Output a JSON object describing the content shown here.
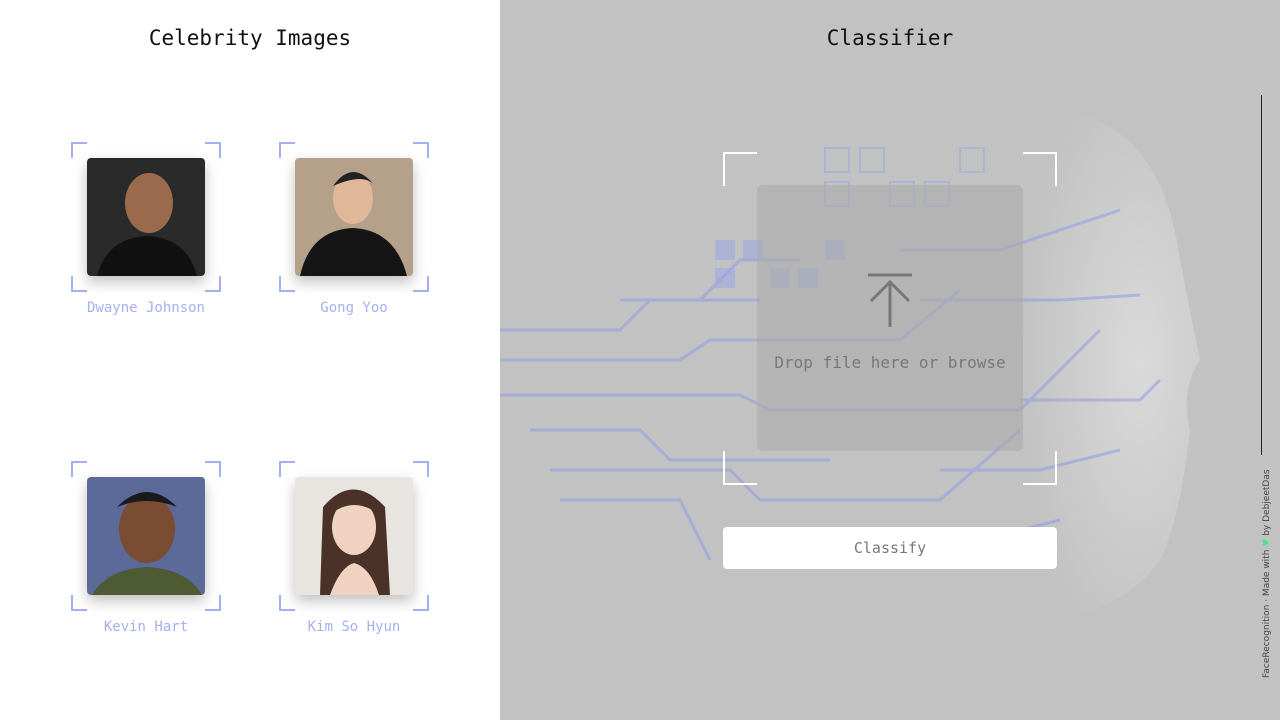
{
  "left_panel": {
    "title": "Celebrity Images",
    "celebrities": [
      {
        "name": "Dwayne Johnson",
        "bg": "#2a2a2a",
        "skin": "#9b6a4c"
      },
      {
        "name": "Gong Yoo",
        "bg": "#b5a18a",
        "skin": "#e0b899"
      },
      {
        "name": "Kevin Hart",
        "bg": "#5b6a99",
        "skin": "#7a4c32"
      },
      {
        "name": "Kim So Hyun",
        "bg": "#e8e4e0",
        "skin": "#f0d2c0"
      }
    ]
  },
  "right_panel": {
    "title": "Classifier",
    "drop_text": "Drop file here or browse",
    "upload_icon": "upload-arrow-icon",
    "classify_label": "Classify"
  },
  "credit": {
    "prefix": "FaceRecognition · Made with ",
    "heart": "♥",
    "suffix": " by DebjeetDas"
  },
  "colors": {
    "accent": "#a5b0f2",
    "right_bg": "#c2c2c2",
    "circuit": "#8e9be6"
  }
}
